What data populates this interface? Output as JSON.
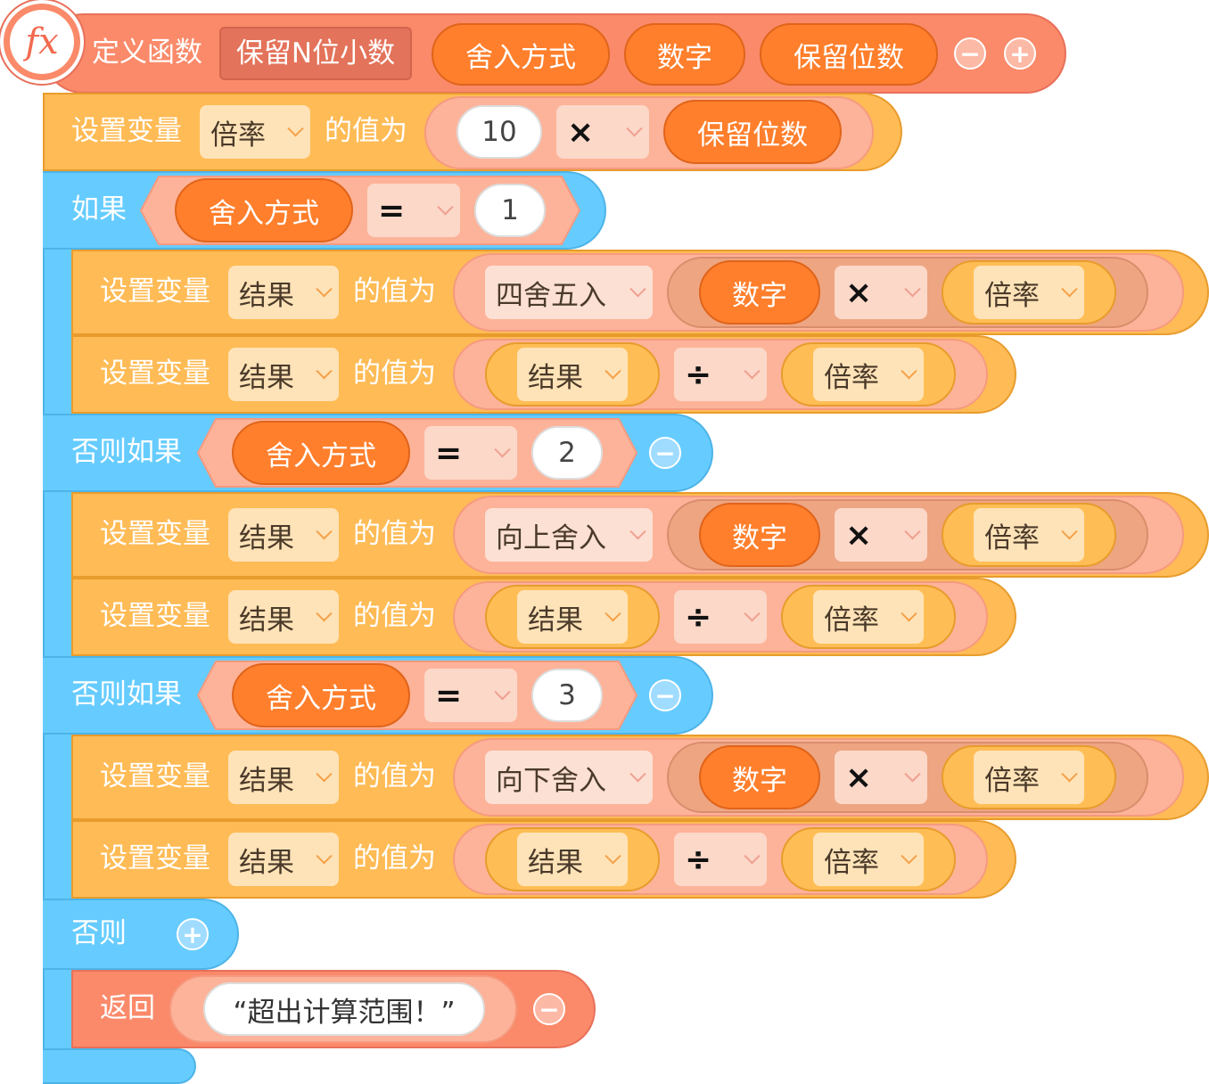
{
  "func": {
    "icon_text": "fx",
    "label": "定义函数",
    "name": "保留N位小数",
    "params": [
      "舍入方式",
      "数字",
      "保留位数"
    ],
    "minus": "−",
    "plus": "+"
  },
  "set_rate": {
    "label": "设置变量",
    "var": "倍率",
    "value_label": "的值为",
    "num": "10",
    "op": "×",
    "param": "保留位数"
  },
  "if_block": {
    "if_label": "如果",
    "elif_label": "否则如果",
    "else_label": "否则",
    "param": "舍入方式",
    "eq": "=",
    "minus": "−",
    "plus": "+"
  },
  "branches": [
    {
      "value": "1",
      "func": "四舍五入"
    },
    {
      "value": "2",
      "func": "向上舍入"
    },
    {
      "value": "3",
      "func": "向下舍入"
    }
  ],
  "set_row": {
    "label": "设置变量",
    "var": "结果",
    "value_label": "的值为",
    "param_num": "数字",
    "mul": "×",
    "div": "÷",
    "rate": "倍率",
    "result": "结果"
  },
  "return_block": {
    "label": "返回",
    "text": "“超出计算范围！”",
    "minus": "−"
  },
  "colors": {
    "function": "#fa8a6a",
    "variable": "#ffbb55",
    "control": "#66ccff",
    "param": "#ff7f2c"
  }
}
